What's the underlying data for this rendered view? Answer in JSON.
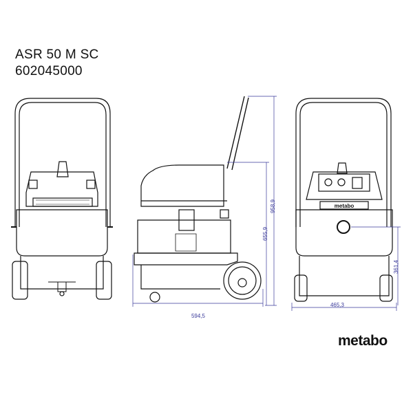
{
  "header": {
    "model": "ASR 50 M SC",
    "article_number": "602045000"
  },
  "dimensions": {
    "width_side": "594,5",
    "height_total": "958,9",
    "height_body": "655,9",
    "width_back": "465,3",
    "height_inlet": "361,4"
  },
  "rear_panel_logo": "metabo",
  "brand_logo": "metabo",
  "colors": {
    "line": "#111111",
    "dimension": "#3a3a9a"
  }
}
